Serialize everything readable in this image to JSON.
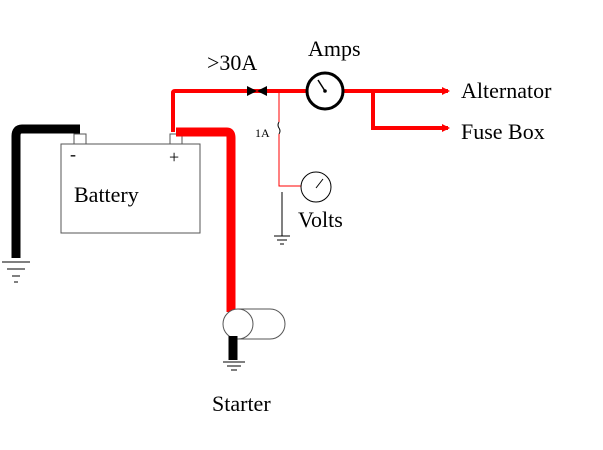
{
  "labels": {
    "battery": "Battery",
    "battery_neg": "-",
    "battery_pos": "+",
    "fuse_main": ">30A",
    "ammeter": "Amps",
    "fuse_small": "1A",
    "voltmeter": "Volts",
    "alternator": "Alternator",
    "fuse_box": "Fuse Box",
    "starter": "Starter"
  },
  "colors": {
    "positive_wire": "#ff0000",
    "negative_wire": "#000000",
    "thin_wire": "#ff0000",
    "background": "#ffffff"
  }
}
